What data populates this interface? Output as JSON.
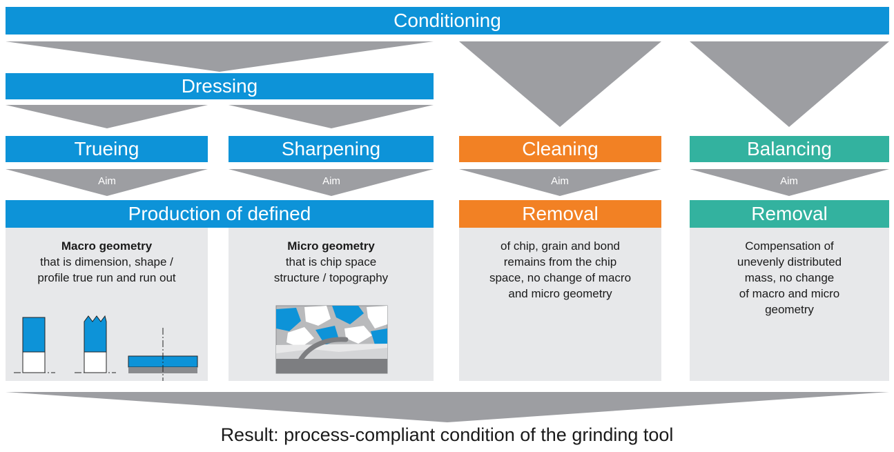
{
  "header": {
    "title": "Conditioning"
  },
  "dressing": {
    "title": "Dressing"
  },
  "columns": [
    {
      "title": "Trueing",
      "aim_label": "Aim"
    },
    {
      "title": "Sharpening",
      "aim_label": "Aim"
    },
    {
      "title": "Cleaning",
      "aim_label": "Aim"
    },
    {
      "title": "Balancing",
      "aim_label": "Aim"
    }
  ],
  "aims": {
    "production": "Production of defined",
    "removal_cleaning": "Removal",
    "removal_balancing": "Removal"
  },
  "panels": {
    "macro": {
      "heading": "Macro geometry",
      "lines": [
        "that is dimension, shape /",
        "profile true run and run out"
      ]
    },
    "micro": {
      "heading": "Micro geometry",
      "lines": [
        "that is chip space",
        "structure / topography"
      ]
    },
    "cleaning": {
      "lines": [
        "of chip, grain and bond",
        "remains from the chip",
        "space, no change of macro",
        "and micro geometry"
      ]
    },
    "balancing": {
      "lines": [
        "Compensation of",
        "unevenly distributed",
        "mass, no change",
        "of macro and micro",
        "geometry"
      ]
    }
  },
  "result": "Result: process-compliant condition of the grinding tool",
  "colors": {
    "blue": "#0d93d8",
    "orange": "#f28124",
    "teal": "#33b29f",
    "gray_arrow": "#9d9ea2",
    "panel_bg": "#e7e8ea"
  }
}
